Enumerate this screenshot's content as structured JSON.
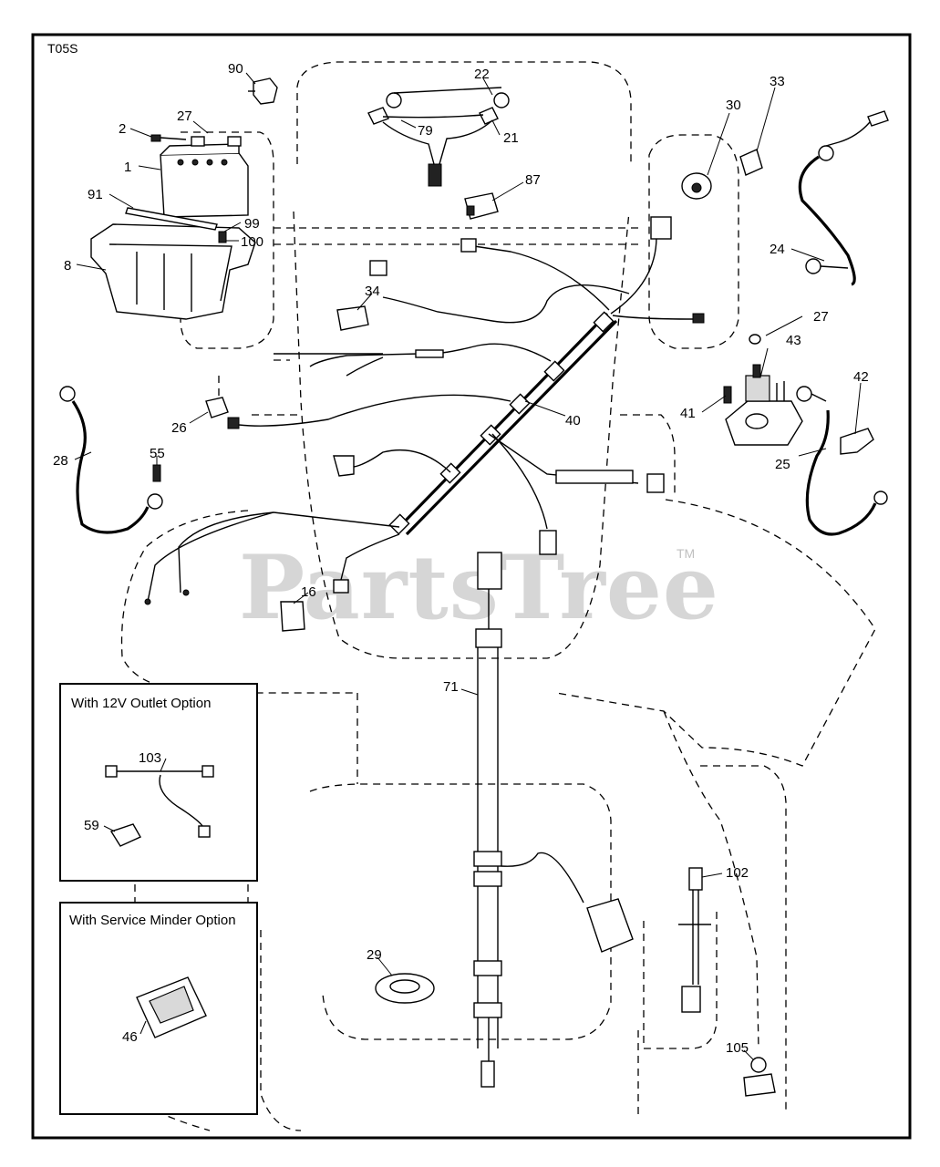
{
  "diagram_code": "T05S",
  "watermark": {
    "text": "PartsTree",
    "trademark": "TM"
  },
  "insets": [
    {
      "title": "With 12V Outlet Option",
      "callouts": [
        "103",
        "59"
      ]
    },
    {
      "title": "With Service Minder Option",
      "callouts": [
        "46"
      ]
    }
  ],
  "callouts": {
    "c1": "1",
    "c2": "2",
    "c8": "8",
    "c16": "16",
    "c21": "21",
    "c22": "22",
    "c24": "24",
    "c25": "25",
    "c26": "26",
    "c27a": "27",
    "c27b": "27",
    "c28": "28",
    "c29": "29",
    "c30": "30",
    "c33": "33",
    "c34": "34",
    "c40": "40",
    "c41": "41",
    "c42": "42",
    "c43": "43",
    "c46": "46",
    "c55": "55",
    "c59": "59",
    "c71": "71",
    "c79": "79",
    "c87": "87",
    "c90": "90",
    "c91": "91",
    "c99": "99",
    "c100": "100",
    "c102": "102",
    "c103": "103",
    "c105": "105"
  }
}
